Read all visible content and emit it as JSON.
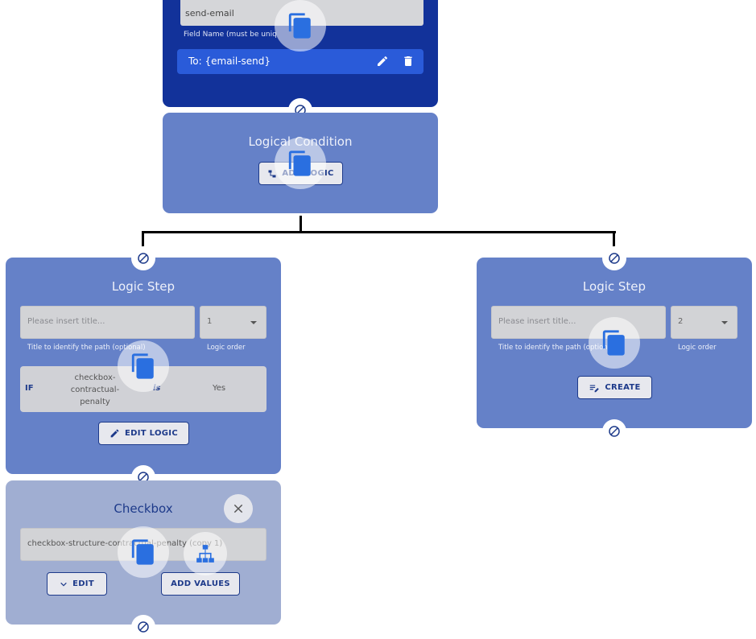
{
  "email_card": {
    "input_value": "send-email",
    "field_hint": "Field Name (must be uniq",
    "to_value": "To: {email-send}"
  },
  "logical_condition": {
    "title": "Logical Condition",
    "button_label": "ADD LOGIC"
  },
  "left_step": {
    "title": "Logic Step",
    "title_placeholder": "Please insert title...",
    "title_hint": "Title to identify the path (optional)",
    "order_value": "1",
    "order_hint": "Logic order",
    "rule": {
      "if": "IF",
      "field": "checkbox-contractual-penalty",
      "op": "is",
      "value": "Yes"
    },
    "edit_button": "EDIT LOGIC"
  },
  "right_step": {
    "title": "Logic Step",
    "title_placeholder": "Please insert title...",
    "title_hint": "Title to identify the path (optional)",
    "order_value": "2",
    "order_hint": "Logic order",
    "create_button": "CREATE"
  },
  "checkbox_card": {
    "title": "Checkbox",
    "value": "checkbox-structure-contractual-penalty (copy 1)",
    "edit_button": "EDIT",
    "add_values_button": "ADD VALUES"
  },
  "colors": {
    "dark_card": "#12329a",
    "light_card": "#6581c8",
    "muted_card": "#a0aed2",
    "accent": "#2a5bd9",
    "icon_blue": "#2a6fe0"
  }
}
